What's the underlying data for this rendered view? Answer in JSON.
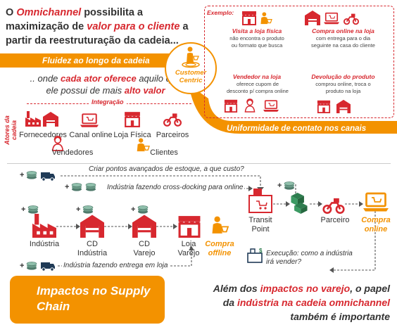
{
  "headline": {
    "line1_pre": "O ",
    "line1_hl": "Omnichannel",
    "line1_post": " possibilita a",
    "line2_pre": "maximização de ",
    "line2_hl": "valor para o cliente",
    "line2_post": " a",
    "line3": "partir da reestruturação da cadeia..."
  },
  "fluidez_banner": "Fluidez ao longo da cadeia",
  "oferece": {
    "pre": ".. onde ",
    "hl1": "cada ator oferece",
    "mid": " aquilo que",
    "line2_pre": "ele possui de mais ",
    "hl2": "alto valor"
  },
  "integracao": "Integração",
  "atores_label": "Atores da cadeia",
  "atores": [
    {
      "label": "Fornecedores",
      "icon": "factory-warehouse-icon"
    },
    {
      "label": "Canal online",
      "icon": "laptop-cart-icon"
    },
    {
      "label": "Loja Física",
      "icon": "store-icon"
    },
    {
      "label": "Parceiros",
      "icon": "motorbike-icon"
    },
    {
      "label": "Vendedores",
      "icon": "seller-icon"
    },
    {
      "label": "Clientes",
      "icon": "customer-icon"
    }
  ],
  "center": {
    "line1": "Customer",
    "line2": "Centric"
  },
  "exemplo": {
    "label": "Exemplo:",
    "items": [
      {
        "title": "Visita a loja física",
        "desc": [
          "não encontra o produto",
          "ou formato que busca"
        ]
      },
      {
        "title": "Compra online na loja",
        "desc": [
          "com entrega para o dia",
          "seguinte na casa do cliente"
        ]
      },
      {
        "title": "Vendedor na loja",
        "desc": [
          "oferece cupom de",
          "desconto p/ compra online"
        ]
      },
      {
        "title": "Devolução do produto",
        "desc": [
          "comprou online, troca o",
          "produto na loja"
        ]
      }
    ]
  },
  "uniformidade_banner": "Uniformidade de contato nos canais",
  "flow": {
    "nodes": [
      {
        "label": [
          "Indústria"
        ],
        "icon": "factory-icon"
      },
      {
        "label": [
          "CD",
          "Indústria"
        ],
        "icon": "warehouse-icon"
      },
      {
        "label": [
          "CD",
          "Varejo"
        ],
        "icon": "warehouse-icon"
      },
      {
        "label": [
          "Loja",
          "Varejo"
        ],
        "icon": "store-icon"
      },
      {
        "label": [
          "Compra",
          "offline"
        ],
        "icon": "customer-icon"
      },
      {
        "label": [
          "Transit",
          "Point"
        ],
        "icon": "transit-point-icon"
      },
      {
        "label": [
          "Parceiro"
        ],
        "icon": "motorbike-icon"
      },
      {
        "label": [
          "Compra",
          "online"
        ],
        "icon": "laptop-cart-icon"
      }
    ],
    "routes": [
      "Criar pontos avançados de estoque, a que custo?",
      "Indústria fazendo cross-docking para online",
      "Indústria fazendo entrega em loja"
    ],
    "execucao": [
      "Execução: como a indústria",
      "irá vender?"
    ],
    "money_symbol": "+"
  },
  "impactos_banner": [
    "Impactos no Supply",
    "Chain"
  ],
  "conclusion": {
    "l1_pre": "Além dos ",
    "l1_hl": "impactos no varejo",
    "l1_post": ", o papel",
    "l2_pre": "da ",
    "l2_hl": "indústria na cadeia omnichannel",
    "l3": "também é importante"
  },
  "colors": {
    "red": "#d7282f",
    "orange": "#f39200",
    "text": "#333333"
  }
}
